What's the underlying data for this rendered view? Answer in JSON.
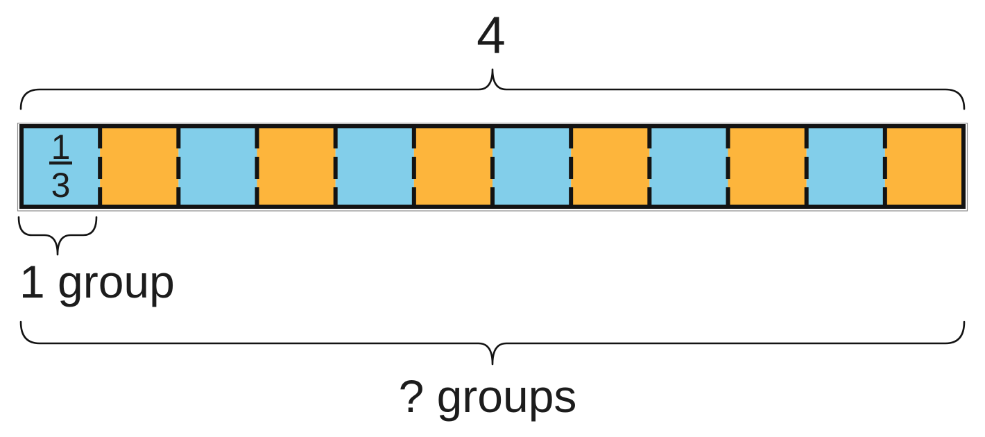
{
  "diagram": {
    "whole_label": "4",
    "unit_fraction": {
      "numerator": "1",
      "denominator": "3"
    },
    "one_group_label": "1 group",
    "groups_label": "? groups",
    "segment_count": 12,
    "segment_colors": [
      "blue",
      "orange",
      "blue",
      "orange",
      "blue",
      "orange",
      "blue",
      "orange",
      "blue",
      "orange",
      "blue",
      "orange"
    ],
    "colors": {
      "blue": "#82CEEA",
      "orange": "#FDB53C",
      "line": "#131313",
      "text": "#1C1C1C",
      "frame": "#8A8A8A"
    }
  }
}
